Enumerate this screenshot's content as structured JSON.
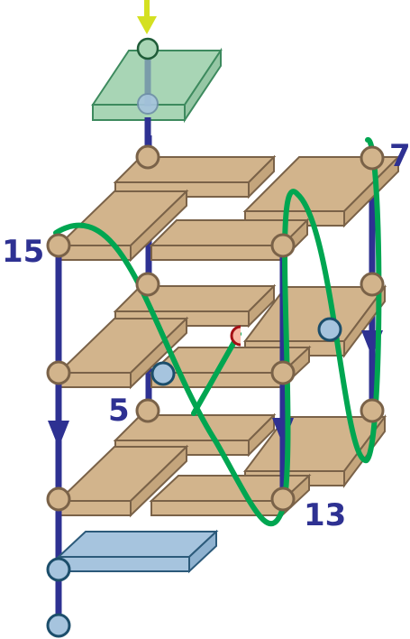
{
  "labels": {
    "n15": "15",
    "n7": "7",
    "n5": "5",
    "n13": "13"
  },
  "colors": {
    "plate_fill": "#d2b48c",
    "plate_edge": "#7a6248",
    "node_fill": "#d2b48c",
    "node_edge": "#7a6248",
    "wire": "#2e3192",
    "curve": "#00a651",
    "green_block": "#a8d5b5",
    "green_block_edge": "#3d8a5e",
    "blue_block": "#a6c4de",
    "blue_block_edge": "#2c5a7a",
    "marker_fill": "#a6c4de",
    "marker_edge": "#1c4e6b",
    "arrow_in": "#d4e021",
    "label": "#2e3192",
    "red_marker_fill": "#f7b7a3",
    "red_marker_edge": "#a50f15"
  }
}
